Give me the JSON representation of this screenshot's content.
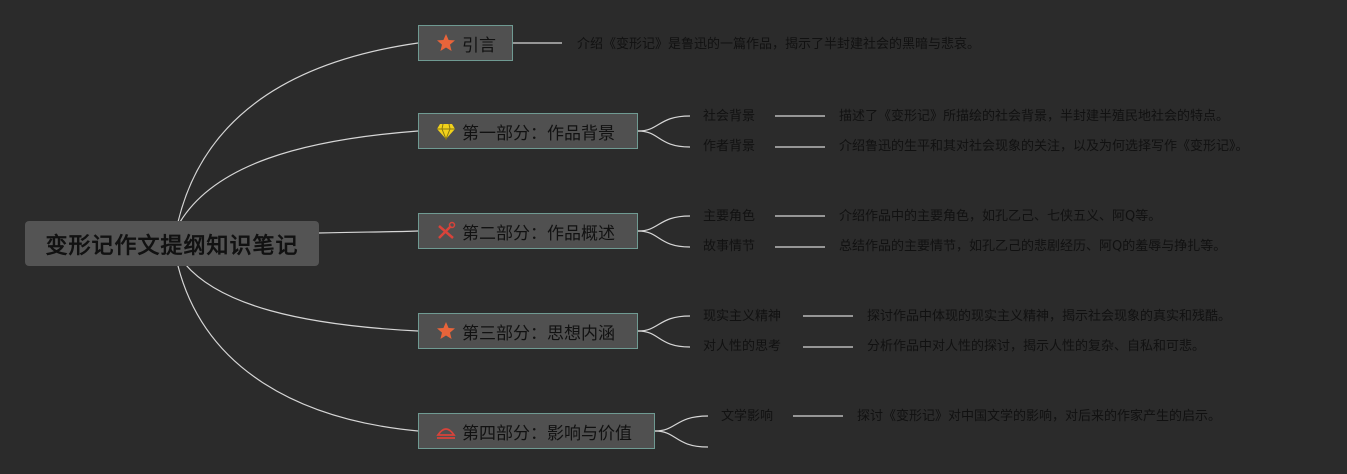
{
  "root": {
    "label": "变形记作文提纲知识笔记"
  },
  "branches": [
    {
      "label": "引言",
      "icon": "star-icon",
      "icon_color": "#e8643a",
      "children": [
        {
          "label": "",
          "desc": "介绍《变形记》是鲁迅的一篇作品，揭示了半封建社会的黑暗与悲哀。"
        }
      ]
    },
    {
      "label": "第一部分：作品背景",
      "icon": "diamond-icon",
      "icon_color": "#f2d21b",
      "children": [
        {
          "label": "社会背景",
          "desc": "描述了《变形记》所描绘的社会背景，半封建半殖民地社会的特点。"
        },
        {
          "label": "作者背景",
          "desc": "介绍鲁迅的生平和其对社会现象的关注，以及为何选择写作《变形记》。"
        }
      ]
    },
    {
      "label": "第二部分：作品概述",
      "icon": "tools-icon",
      "icon_color": "#d8433a",
      "children": [
        {
          "label": "主要角色",
          "desc": "介绍作品中的主要角色，如孔乙己、七侠五义、阿Q等。"
        },
        {
          "label": "故事情节",
          "desc": "总结作品的主要情节，如孔乙己的悲剧经历、阿Q的羞辱与挣扎等。"
        }
      ]
    },
    {
      "label": "第三部分：思想内涵",
      "icon": "star-icon",
      "icon_color": "#e8643a",
      "children": [
        {
          "label": "现实主义精神",
          "desc": "探讨作品中体现的现实主义精神，揭示社会现象的真实和残酷。"
        },
        {
          "label": "对人性的思考",
          "desc": "分析作品中对人性的探讨，揭示人性的复杂、自私和可悲。"
        }
      ]
    },
    {
      "label": "第四部分：影响与价值",
      "icon": "hill-icon",
      "icon_color": "#d8433a",
      "children": [
        {
          "label": "文学影响",
          "desc": "探讨《变形记》对中国文学的影响，对后来的作家产生的启示。"
        },
        {
          "label": "",
          "desc": ""
        }
      ]
    }
  ]
}
